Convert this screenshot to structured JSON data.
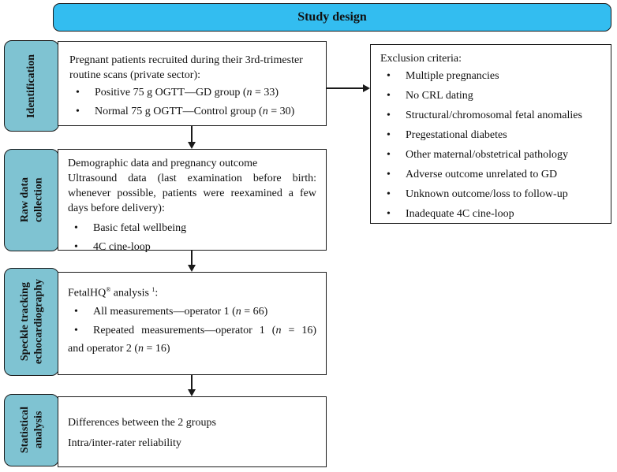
{
  "title": "Study design",
  "stages": {
    "identification": "Identification",
    "raw_data_line1": "Raw data",
    "raw_data_line2": "collection",
    "speckle_line1": "Speckle tracking",
    "speckle_line2": "echocardiography",
    "statistical_line1": "Statistical",
    "statistical_line2": "analysis"
  },
  "identification_box": {
    "intro": "Pregnant patients recruited during their 3rd-trimester routine scans (private sector):",
    "item1_pre": "Positive 75 g OGTT—GD group (",
    "item1_n": "n",
    "item1_post": " = 33)",
    "item2_pre": "Normal 75 g OGTT—Control group (",
    "item2_n": "n",
    "item2_post": " = 30)"
  },
  "raw_data_box": {
    "line1": "Demographic data and pregnancy outcome",
    "line2": "Ultrasound data (last examination before birth: whenever possible, patients were reexamined a few days before delivery):",
    "item1": "Basic fetal wellbeing",
    "item2": "4C cine-loop"
  },
  "speckle_box": {
    "intro_pre": "FetalHQ",
    "intro_reg": "®",
    "intro_post": " analysis ",
    "intro_note": "1",
    "intro_colon": ":",
    "item1_pre": "All measurements—operator 1 (",
    "item1_n": "n",
    "item1_post": " = 66)",
    "item2_pre": "Repeated measurements—operator 1 (",
    "item2_n": "n",
    "item2_mid": " = 16)",
    "cont_pre": "and operator 2 (",
    "cont_n": "n",
    "cont_post": " = 16)"
  },
  "statistical_box": {
    "line1": "Differences between the 2 groups",
    "line2": "Intra/inter-rater reliability"
  },
  "exclusion_box": {
    "heading": "Exclusion criteria:",
    "items": [
      "Multiple pregnancies",
      "No CRL dating",
      "Structural/chromosomal fetal anomalies",
      "Pregestational diabetes",
      "Other maternal/obstetrical pathology",
      "Adverse outcome unrelated to GD",
      "Unknown outcome/loss to follow-up",
      "Inadequate 4C cine-loop"
    ]
  }
}
